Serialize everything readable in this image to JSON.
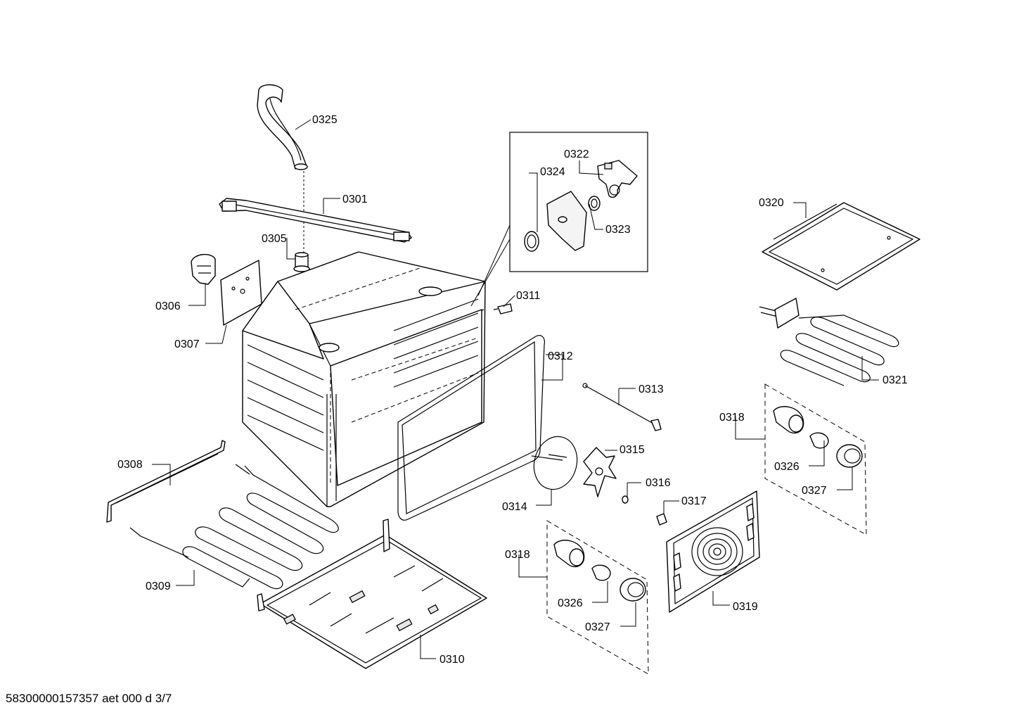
{
  "labels": {
    "p0301": "0301",
    "p0305": "0305",
    "p0306": "0306",
    "p0307": "0307",
    "p0308": "0308",
    "p0309": "0309",
    "p0310": "0310",
    "p0311": "0311",
    "p0312": "0312",
    "p0313": "0313",
    "p0314": "0314",
    "p0315": "0315",
    "p0316": "0316",
    "p0317": "0317",
    "p0318a": "0318",
    "p0318b": "0318",
    "p0319": "0319",
    "p0320": "0320",
    "p0321": "0321",
    "p0322": "0322",
    "p0323": "0323",
    "p0324": "0324",
    "p0325": "0325",
    "p0326a": "0326",
    "p0326b": "0326",
    "p0327a": "0327",
    "p0327b": "0327"
  },
  "footer": "58300000157357 aet 000 d 3/7"
}
